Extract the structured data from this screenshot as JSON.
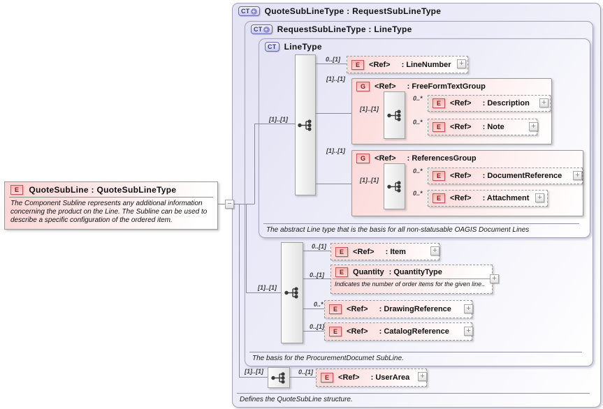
{
  "left_entity": {
    "badge": "E",
    "title": "QuoteSubLine : QuoteSubLineType",
    "annotation": "The Component Subline represents any additional information concerning the product on the Line.  The Subline can be used to describe a specific configuration of the ordered item."
  },
  "containers": {
    "outer": {
      "badge": "CT",
      "title": "QuoteSubLineType : RequestSubLineType",
      "annotation": "Defines the QuoteSubLine structure."
    },
    "middle": {
      "badge": "CT",
      "title": "RequestSubLineType : LineType",
      "annotation": "The basis for the ProcurementDocumet SubLine."
    },
    "inner": {
      "badge": "CT",
      "title": "LineType",
      "annotation": "The abstract Line type that is the basis for all non-statusable OAGIS Document Lines"
    }
  },
  "sequences": {
    "linetype_seq": {
      "cardinality": "[1]..[1]"
    },
    "mid_seq": {
      "cardinality": "[1]..[1]"
    },
    "bottom_seq": {
      "cardinality": "[1]..[1]"
    }
  },
  "elements": {
    "line_number": {
      "badge": "E",
      "name": "<Ref>",
      "type": ": LineNumber",
      "cardinality": "0..[1]"
    },
    "freeform_group": {
      "badge": "G",
      "name": "<Ref>",
      "type": ": FreeFormTextGroup",
      "cardinality": "[1]..[1]",
      "seq_cardinality": "[1]..[1]"
    },
    "description": {
      "badge": "E",
      "name": "<Ref>",
      "type": ": Description",
      "cardinality": "0..*"
    },
    "note": {
      "badge": "E",
      "name": "<Ref>",
      "type": ": Note",
      "cardinality": "0..*"
    },
    "references_group": {
      "badge": "G",
      "name": "<Ref>",
      "type": ": ReferencesGroup",
      "cardinality": "[1]..[1]",
      "seq_cardinality": "[1]..[1]"
    },
    "document_reference": {
      "badge": "E",
      "name": "<Ref>",
      "type": ": DocumentReference",
      "cardinality": "0..*"
    },
    "attachment": {
      "badge": "E",
      "name": "<Ref>",
      "type": ": Attachment",
      "cardinality": "0..*"
    },
    "item": {
      "badge": "E",
      "name": "<Ref>",
      "type": ": Item",
      "cardinality": "0..[1]"
    },
    "quantity": {
      "badge": "E",
      "name": "Quantity",
      "type": ": QuantityType",
      "cardinality": "0..[1]",
      "annotation": "Indicates the number of order items for the given line.."
    },
    "drawing_reference": {
      "badge": "E",
      "name": "<Ref>",
      "type": ": DrawingReference",
      "cardinality": "0..*"
    },
    "catalog_reference": {
      "badge": "E",
      "name": "<Ref>",
      "type": ": CatalogReference",
      "cardinality": "0..[1]"
    },
    "user_area": {
      "badge": "E",
      "name": "<Ref>",
      "type": ": UserArea",
      "cardinality": "0..[1]"
    }
  },
  "icons": {
    "expand": "+",
    "collapse": "−"
  },
  "colors": {
    "container_fill": "#e2e2f4",
    "container_border": "#a2a2ba",
    "element_fill": "#fbd7d7",
    "element_badge_border": "#bb5c5c",
    "ct_badge_border": "#6868a8",
    "connector_line": "#8a8a9a"
  }
}
